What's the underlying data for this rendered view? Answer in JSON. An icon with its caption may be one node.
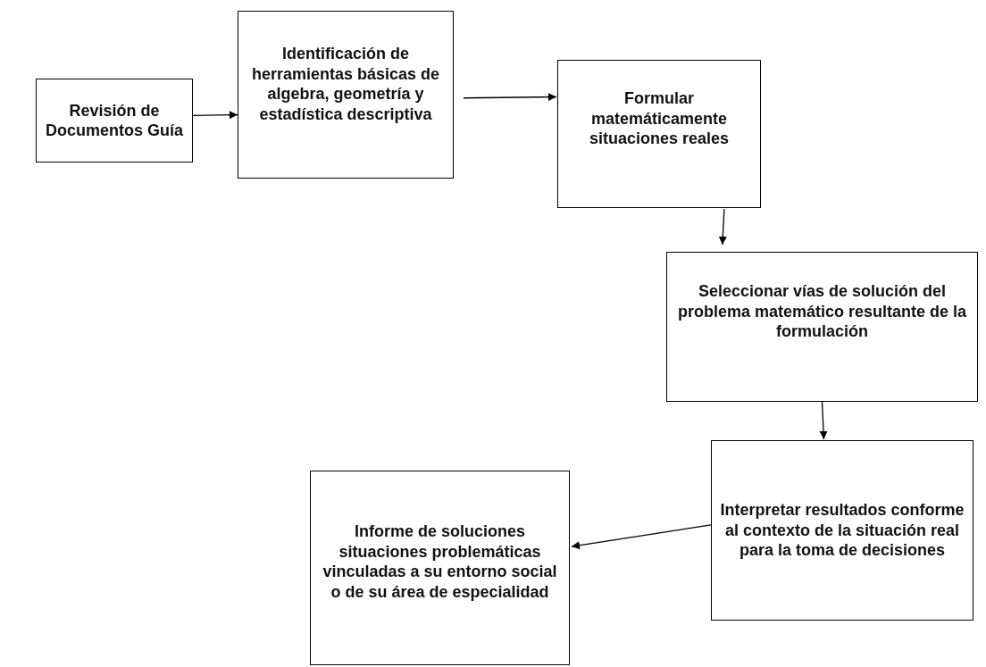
{
  "diagram": {
    "nodes": [
      {
        "text": [
          "Revisión de Documentos Guía"
        ]
      },
      {
        "text": [
          "Identificación de herramientas básicas de algebra, geometría y estadística descriptiva"
        ]
      },
      {
        "text": [
          "Formular matemáticamente situaciones reales"
        ]
      },
      {
        "text": [
          "Seleccionar vías de solución del problema matemático resultante de la formulación"
        ]
      },
      {
        "text": [
          "Interpretar resultados conforme al contexto de la situación real para la toma de decisiones"
        ]
      },
      {
        "text": [
          "Informe de soluciones situaciones problemáticas vinculadas a su entorno social o de su área de especialidad"
        ]
      }
    ],
    "edges": [
      {
        "from": 0,
        "to": 1,
        "arrow": "to"
      },
      {
        "from": 1,
        "to": 2,
        "arrow": "to"
      },
      {
        "from": 2,
        "to": 3,
        "arrow": "to"
      },
      {
        "from": 3,
        "to": 4,
        "arrow": "to"
      },
      {
        "from": 4,
        "to": 5,
        "arrow": "to"
      }
    ]
  }
}
